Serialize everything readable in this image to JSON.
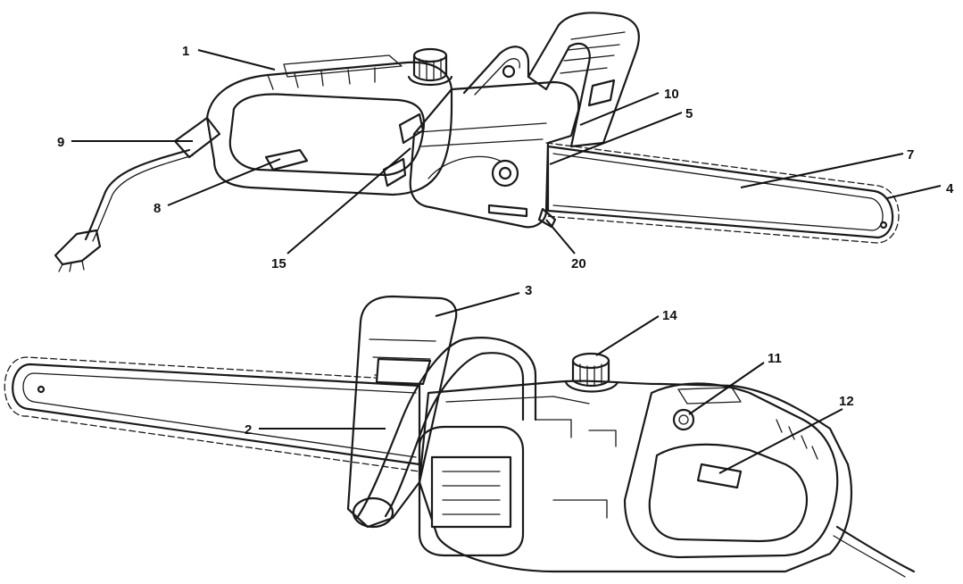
{
  "callouts": [
    {
      "id": "c1",
      "text": "1"
    },
    {
      "id": "c9",
      "text": "9"
    },
    {
      "id": "c8",
      "text": "8"
    },
    {
      "id": "c15",
      "text": "15"
    },
    {
      "id": "c10",
      "text": "10"
    },
    {
      "id": "c5",
      "text": "5"
    },
    {
      "id": "c7",
      "text": "7"
    },
    {
      "id": "c4",
      "text": "4"
    },
    {
      "id": "c20",
      "text": "20"
    },
    {
      "id": "c3",
      "text": "3"
    },
    {
      "id": "c14",
      "text": "14"
    },
    {
      "id": "c11",
      "text": "11"
    },
    {
      "id": "c12",
      "text": "12"
    },
    {
      "id": "c2",
      "text": "2"
    }
  ]
}
